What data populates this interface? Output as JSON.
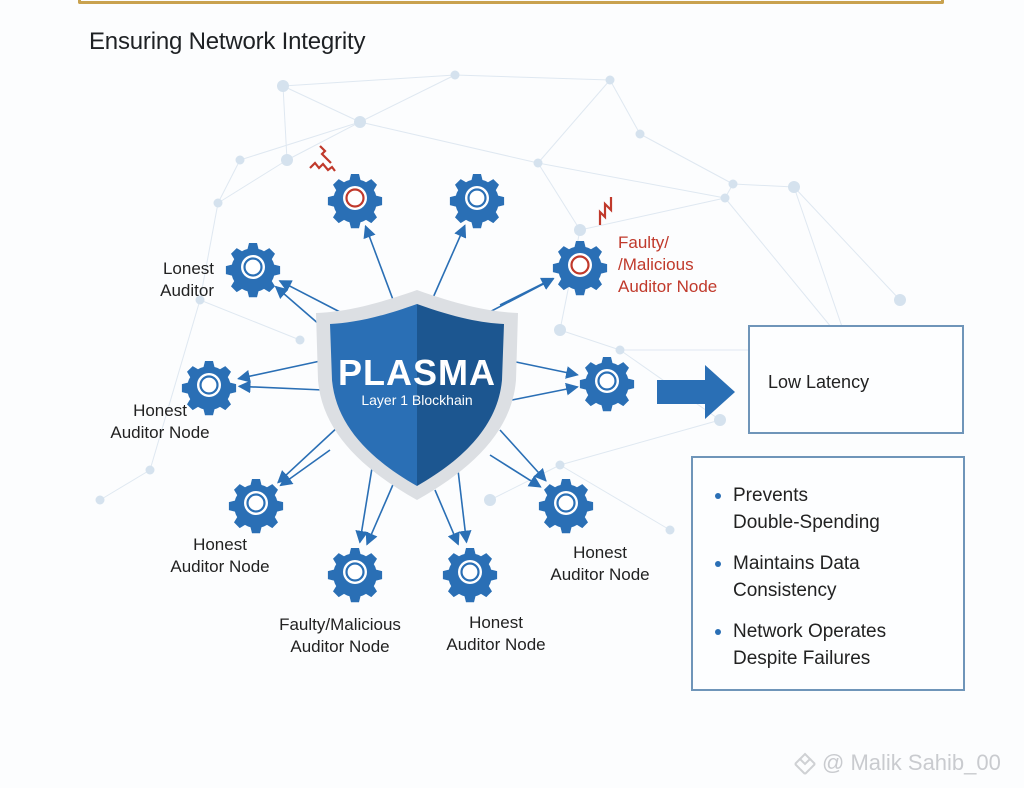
{
  "title": "Ensuring Network Integrity",
  "colors": {
    "accent_blue": "#2a6fb5",
    "shield_dark": "#1c5690",
    "faulty_red": "#c0392b",
    "frame_gold": "#c9a24f",
    "box_border": "#6f95b9"
  },
  "center": {
    "title": "PLASMA",
    "subtitle": "Layer 1 Blockhain",
    "icon": "shield-icon"
  },
  "nodes": [
    {
      "id": "top-left",
      "type": "faulty",
      "label": [],
      "icon": "gear-icon",
      "alert_icon": "lightning-icon"
    },
    {
      "id": "top",
      "type": "honest",
      "label": [],
      "icon": "gear-icon"
    },
    {
      "id": "upper-right",
      "type": "faulty",
      "label": [
        "Faulty/",
        "/Malicious",
        "Auditor Node"
      ],
      "icon": "gear-icon",
      "alert_icon": "lightning-icon"
    },
    {
      "id": "upper-left",
      "type": "honest",
      "label": [
        "Lonest",
        "Auditor"
      ],
      "icon": "gear-icon"
    },
    {
      "id": "left",
      "type": "honest",
      "label": [
        "Honest",
        "Auditor Node"
      ],
      "icon": "gear-icon"
    },
    {
      "id": "right",
      "type": "honest",
      "label": [],
      "icon": "gear-icon"
    },
    {
      "id": "lower-left",
      "type": "honest",
      "label": [
        "Honest",
        "Auditor Node"
      ],
      "icon": "gear-icon"
    },
    {
      "id": "lower-right",
      "type": "honest",
      "label": [
        "Honest",
        "Auditor Node"
      ],
      "icon": "gear-icon"
    },
    {
      "id": "bottom-left",
      "type": "honest",
      "label": [
        "Faulty/Malicious",
        "Auditor Node"
      ],
      "icon": "gear-icon"
    },
    {
      "id": "bottom-right",
      "type": "honest",
      "label": [
        "Honest",
        "Auditor Node"
      ],
      "icon": "gear-icon"
    }
  ],
  "outcome": {
    "arrow_icon": "arrow-right-icon",
    "primary": "Low Latency",
    "benefits": [
      [
        "Prevents",
        "Double-Spending"
      ],
      [
        "Maintains Data",
        "Consistency"
      ],
      [
        "Network Operates",
        "Despite Failures"
      ]
    ]
  },
  "watermark": {
    "icon": "binance-logo-icon",
    "text": "@ Malik Sahib_00"
  }
}
